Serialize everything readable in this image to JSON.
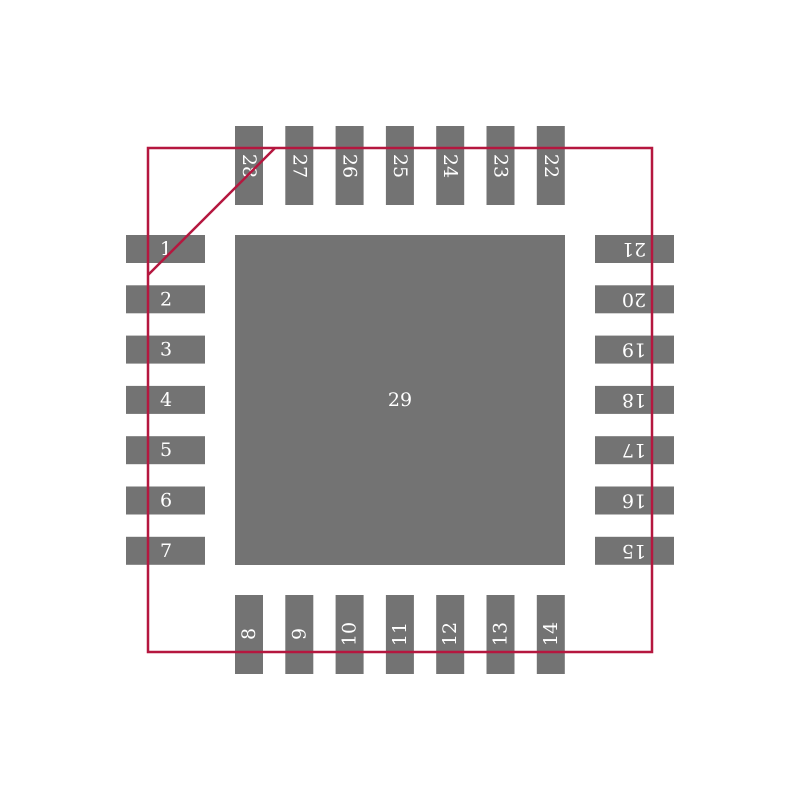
{
  "colors": {
    "pad": "#737373",
    "outline": "#b5173f",
    "label": "#ffffff"
  },
  "left_pads": [
    "1",
    "2",
    "3",
    "4",
    "5",
    "6",
    "7"
  ],
  "bottom_pads": [
    "8",
    "9",
    "10",
    "11",
    "12",
    "13",
    "14"
  ],
  "right_pads": [
    "15",
    "16",
    "17",
    "18",
    "19",
    "20",
    "21"
  ],
  "top_pads": [
    "22",
    "23",
    "24",
    "25",
    "26",
    "27",
    "28"
  ],
  "center_pad": "29"
}
